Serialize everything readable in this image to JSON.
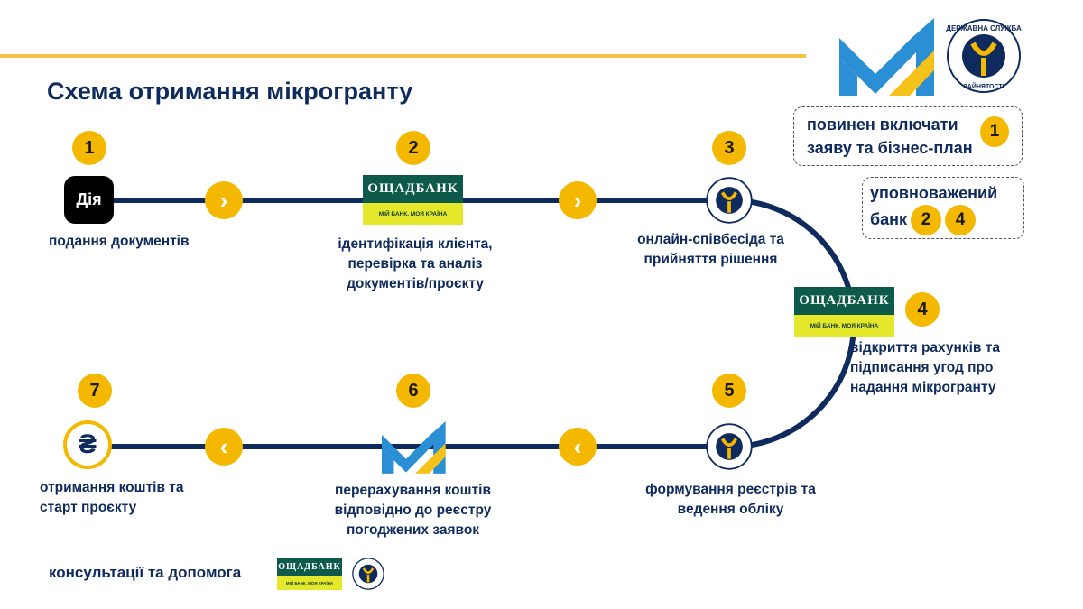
{
  "title": "Схема отримання мікрогранту",
  "colors": {
    "navy": "#0f2a5c",
    "yellow": "#f5b800",
    "osh_green": "#0d5a4b",
    "osh_lime": "#e5e82a"
  },
  "logos": {
    "diia": "Дія",
    "oschadbank_name": "ОЩАДБАНК",
    "oschadbank_slogan": "МІЙ БАНК. МОЯ КРАЇНА",
    "dsz_top": "ДЕРЖАВНА СЛУЖБА",
    "dsz_bottom": "ЗАЙНЯТОСТІ"
  },
  "steps": [
    {
      "num": "1",
      "caption": "подання документів"
    },
    {
      "num": "2",
      "caption": "ідентифікація клієнта, перевірка та аналіз документів/проєкту"
    },
    {
      "num": "3",
      "caption": "онлайн-співбесіда та прийняття рішення"
    },
    {
      "num": "4",
      "caption": "відкриття рахунків та підписання угод про надання мікрогранту"
    },
    {
      "num": "5",
      "caption": "формування реєстрів та ведення обліку"
    },
    {
      "num": "6",
      "caption": "перерахування коштів відповідно до реєстру погоджених заявок"
    },
    {
      "num": "7",
      "caption": "отримання коштів та старт проєкту"
    }
  ],
  "hryvnia": "₴",
  "notes": {
    "note1_text": "повинен включати заяву та бізнес-план",
    "note1_ref": "1",
    "note2_text1": "уповноважений",
    "note2_text2": "банк",
    "note2_refs": [
      "2",
      "4"
    ]
  },
  "footer": "консультації та допомога"
}
